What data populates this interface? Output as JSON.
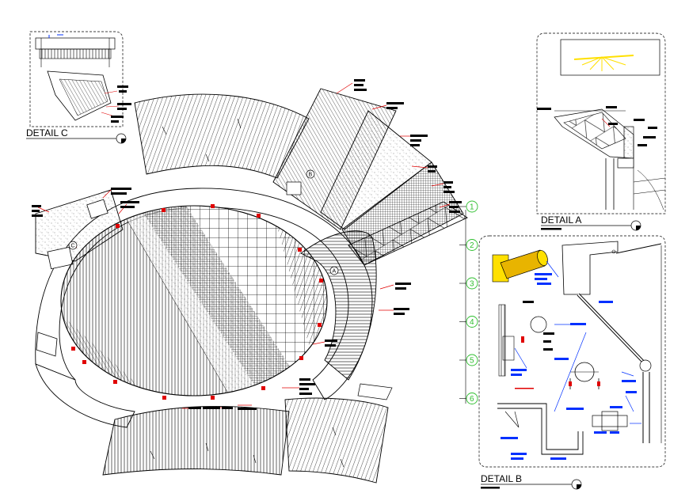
{
  "details": {
    "c_title": "DETAIL C",
    "a_title": "DETAIL A",
    "b_title": "DETAIL B"
  },
  "plan": {
    "section_marker_a": "A",
    "section_marker_c": "C",
    "section_marker_b": "B"
  },
  "axis_grid": {
    "labels": [
      "1",
      "2",
      "3",
      "4",
      "5",
      "6"
    ]
  },
  "colors": {
    "linework": "#000000",
    "annotation_red": "#e00000",
    "annotation_blue": "#0030ff",
    "axis_green": "#2fbf2f",
    "highlight_yellow": "#ffe000",
    "pipe_fill": "#e8b400"
  }
}
